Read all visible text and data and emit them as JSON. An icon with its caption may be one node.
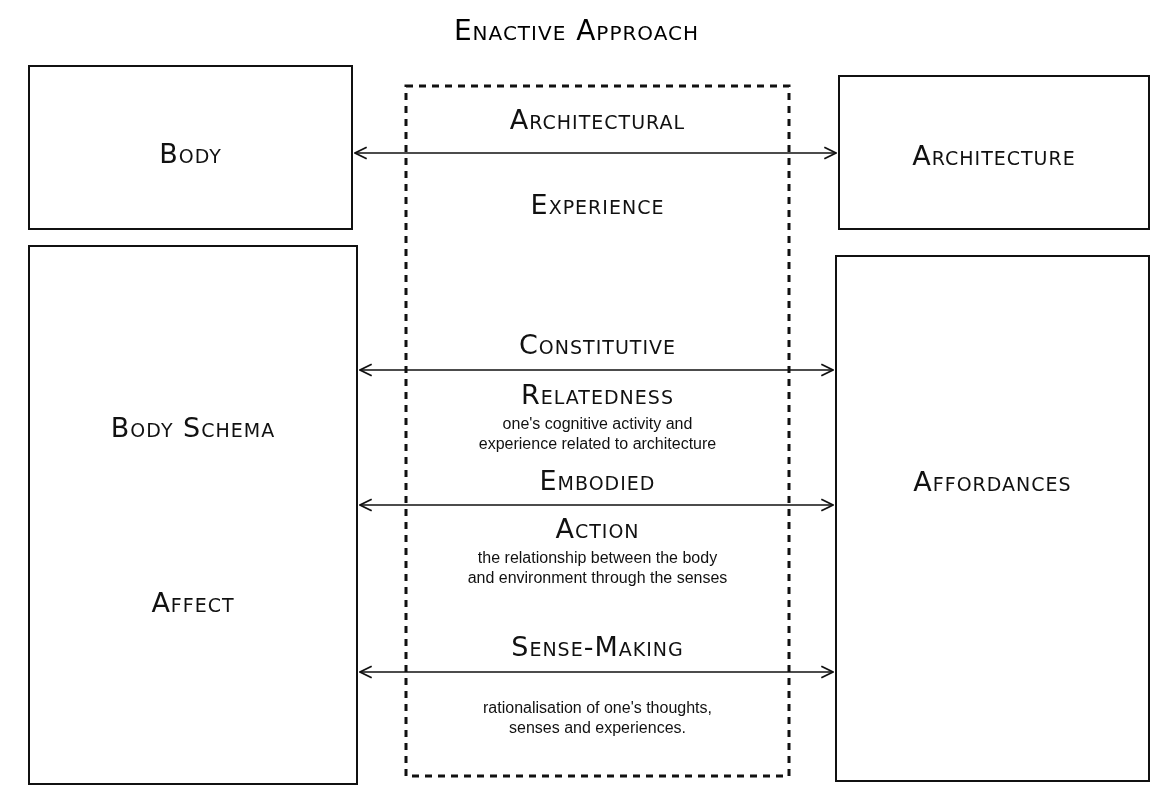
{
  "diagram": {
    "title": "Enactive Approach",
    "nodes": [
      {
        "text": [
          "Body"
        ]
      },
      {
        "text": [
          "Architecture"
        ]
      },
      {
        "text": [
          "Body Schema",
          "Affect"
        ]
      },
      {
        "text": [
          "Affordances"
        ]
      }
    ],
    "edges": [
      {
        "from": 0,
        "to": 1,
        "arrow": "both"
      },
      {
        "from": 2,
        "to": 3,
        "arrow": "both"
      },
      {
        "from": 2,
        "to": 3,
        "arrow": "both"
      },
      {
        "from": 2,
        "to": 3,
        "arrow": "both"
      }
    ],
    "labels": [
      "Architectural",
      "Experience",
      "Constitutive",
      "Relatedness",
      "one's cognitive activity and experience related to architecture",
      "Embodied",
      "Action",
      "the relationship between the body and environment through the senses",
      "Sense-Making",
      "rationalisation of one's thoughts, senses and experiences."
    ]
  }
}
